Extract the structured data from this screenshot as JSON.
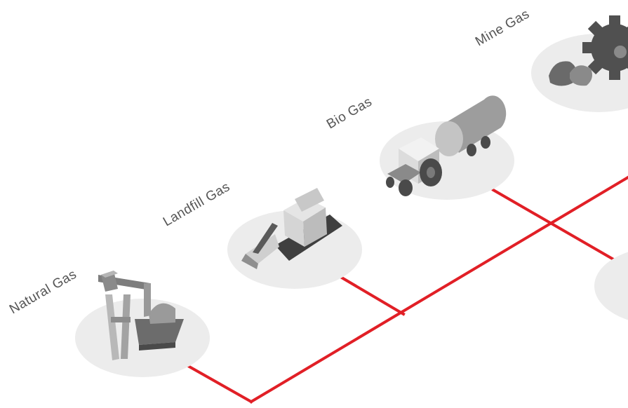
{
  "diagram": {
    "sources": [
      {
        "id": "natural",
        "label": "Natural Gas",
        "icon": "pumpjack-icon"
      },
      {
        "id": "landfill",
        "label": "Landfill Gas",
        "icon": "skid-steer-loader-icon"
      },
      {
        "id": "bio",
        "label": "Bio Gas",
        "icon": "tractor-tanker-icon"
      },
      {
        "id": "mine",
        "label": "Mine Gas",
        "icon": "mining-gear-icon"
      }
    ],
    "colors": {
      "pipeline": "#e11f26",
      "platform": "#ececec",
      "icon_dark": "#555555",
      "icon_light": "#d6d6d6",
      "label": "#555555"
    }
  }
}
